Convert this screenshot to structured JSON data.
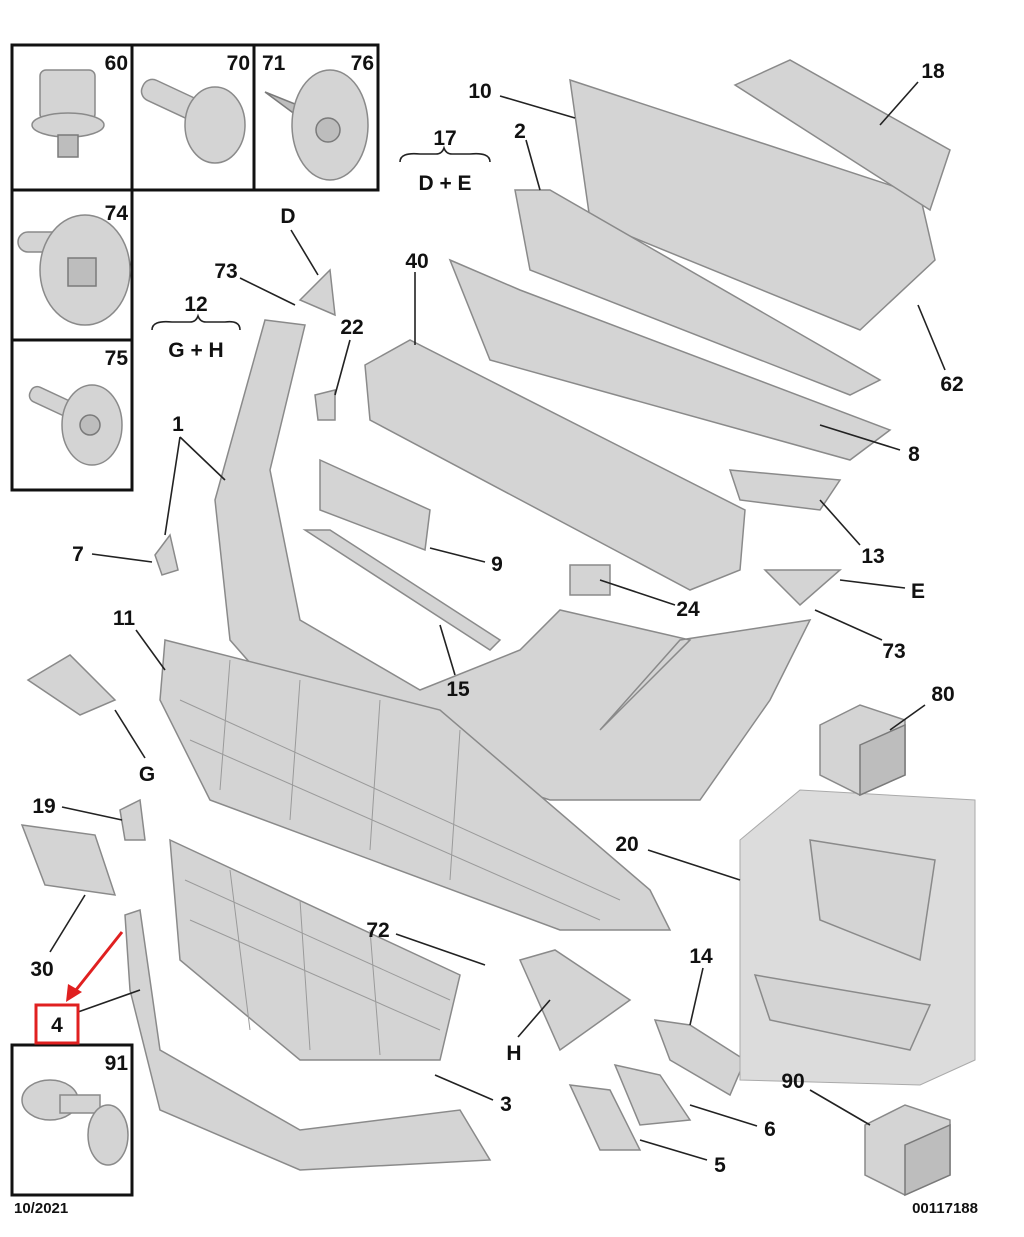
{
  "diagram": {
    "footer": {
      "date": "10/2021",
      "reference": "00117188"
    },
    "highlight_color": "#e02020",
    "inset_boxes": [
      {
        "labels": [
          "60"
        ]
      },
      {
        "labels": [
          "70"
        ]
      },
      {
        "labels": [
          "71",
          "76"
        ]
      },
      {
        "labels": [
          "74"
        ]
      },
      {
        "labels": [
          "75"
        ]
      },
      {
        "labels": [
          "91"
        ]
      }
    ],
    "groups": [
      {
        "number": "17",
        "members": "D + E"
      },
      {
        "number": "12",
        "members": "G + H"
      }
    ],
    "callouts": {
      "c10": "10",
      "c18": "18",
      "c2": "2",
      "cD": "D",
      "c73a": "73",
      "c40": "40",
      "c22": "22",
      "c62": "62",
      "c1": "1",
      "c8": "8",
      "c7": "7",
      "c9": "9",
      "c13": "13",
      "c24": "24",
      "cE": "E",
      "c73b": "73",
      "c11": "11",
      "c15": "15",
      "c80": "80",
      "cG": "G",
      "c19": "19",
      "c20": "20",
      "c72": "72",
      "c30": "30",
      "c14": "14",
      "c4": "4",
      "cH": "H",
      "c90": "90",
      "c3": "3",
      "c6": "6",
      "c5": "5"
    }
  }
}
